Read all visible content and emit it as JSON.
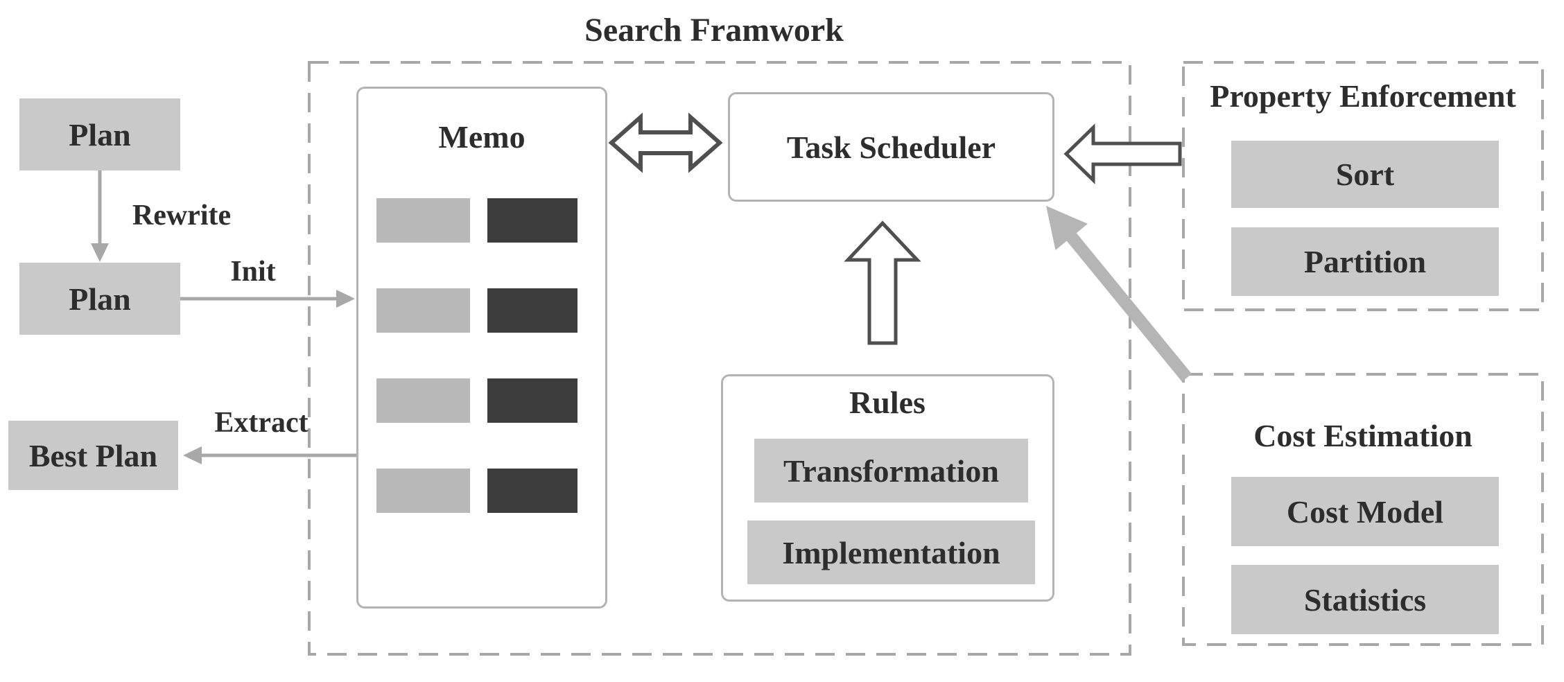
{
  "diagram_title": "Search Framwork",
  "colors": {
    "background": "#ffffff",
    "box_fill_gray": "#c9c9c9",
    "memo_light_rect": "#b9b9b9",
    "memo_dark_rect": "#3d3d3d",
    "solid_box_border": "#b3b3b3",
    "dashed_border": "#a8a8a8",
    "thin_arrow": "#a8a8a8",
    "thick_arrow": "#b5b5b5",
    "hollow_arrow_outline": "#4f4f4f",
    "text": "#2d2d2d"
  },
  "input_flow": {
    "plan_initial": "Plan",
    "rewrite_label": "Rewrite",
    "plan_rewritten": "Plan",
    "init_label": "Init",
    "extract_label": "Extract",
    "best_plan": "Best Plan"
  },
  "search_framework": {
    "title": "Search Framwork",
    "memo": {
      "title": "Memo",
      "row_count": 4
    },
    "task_scheduler": {
      "label": "Task Scheduler"
    },
    "rules": {
      "title": "Rules",
      "items": [
        "Transformation",
        "Implementation"
      ]
    }
  },
  "property_enforcement": {
    "title": "Property Enforcement",
    "items": [
      "Sort",
      "Partition"
    ]
  },
  "cost_estimation": {
    "title": "Cost Estimation",
    "items": [
      "Cost Model",
      "Statistics"
    ]
  }
}
